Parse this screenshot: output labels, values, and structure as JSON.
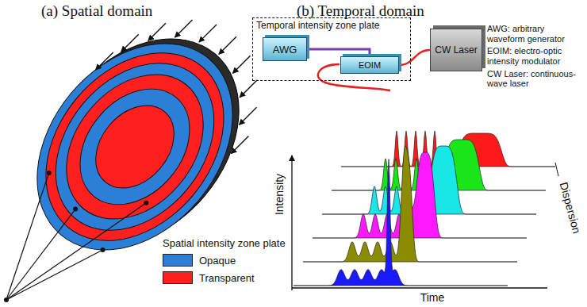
{
  "diagram": {
    "nodes": [
      {
        "text": [
          "Temporal intensity zone plate"
        ]
      },
      {
        "text": [
          "AWG"
        ],
        "in": 0
      },
      {
        "text": [
          "EOIM"
        ],
        "in": 0
      },
      {
        "text": [
          "CW Laser"
        ]
      }
    ],
    "edges": [
      {
        "from": 1,
        "to": 2,
        "arrow": "none"
      },
      {
        "from": 3,
        "to": 2,
        "arrow": "none"
      }
    ],
    "labels": [
      "(a) Spatial domain",
      "(b) Temporal domain",
      "Spatial intensity zone plate",
      "AWG: arbitrary waveform generator",
      "EOIM: electro-optic intensity modulator",
      "CW Laser: continuous-wave laser",
      "Intensity",
      "Dispersion",
      "Time"
    ],
    "legend": [
      {
        "text": "Opaque",
        "color": "#2b7fd6"
      },
      {
        "text": "Transparent",
        "color": "#ff1f1f"
      }
    ]
  }
}
